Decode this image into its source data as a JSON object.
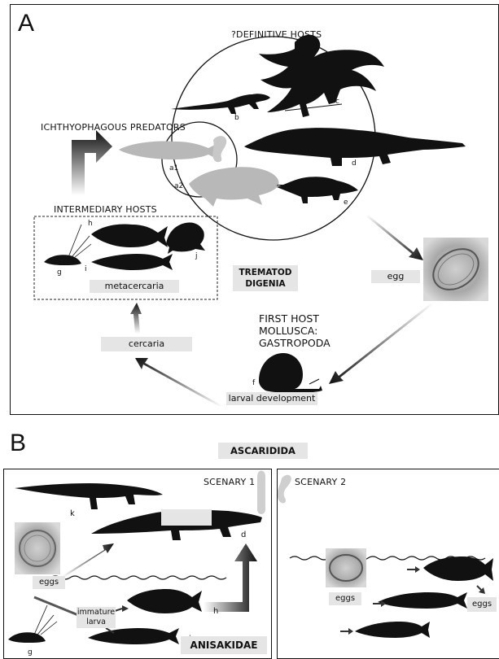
{
  "panelA": {
    "letter": "A",
    "definitive_hosts": "?DEFINITIVE HOSTS",
    "ichthyophagous": "ICHTHYOPHAGOUS PREDATORS",
    "intermediary_hosts": "INTERMEDIARY HOSTS",
    "metacercaria": "metacercaria",
    "trematod_line1": "TREMATOD",
    "trematod_line2": "DIGENIA",
    "egg": "egg",
    "first_host_lines": [
      "FIRST HOST",
      "MOLLUSCA:",
      "GASTROPODA"
    ],
    "cercaria": "cercaria",
    "larval_development": "larval development",
    "letters": {
      "a1": "a1",
      "a2": "a2",
      "b": "b",
      "c": "c",
      "d": "d",
      "e": "e",
      "f": "f",
      "g": "g",
      "h": "h",
      "i": "i",
      "j": "j"
    }
  },
  "panelB": {
    "letter": "B",
    "ascaridida": "ASCARIDIDA",
    "scenary1": "SCENARY 1",
    "scenary2": "SCENARY 2",
    "eggs_left": "eggs",
    "immature_larva_lines": [
      "immature",
      "larva"
    ],
    "anisakidae": "ANISAKIDAE",
    "eggs_mid": "eggs",
    "eggs_right": "eggs",
    "letters": {
      "k": "k",
      "d": "d",
      "h": "h",
      "i": "i",
      "g": "g"
    }
  },
  "colors": {
    "silhouette": "#111111",
    "grey_fish": "#b8b8b8",
    "tag_bg": "#e5e5e5"
  }
}
